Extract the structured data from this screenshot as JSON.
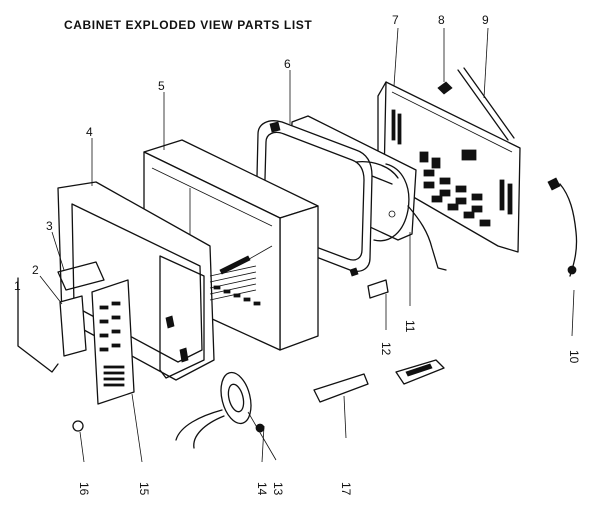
{
  "title": "CABINET EXPLODED VIEW PARTS LIST",
  "callouts": [
    "1",
    "2",
    "3",
    "4",
    "5",
    "6",
    "7",
    "8",
    "9",
    "10",
    "11",
    "12",
    "13",
    "14",
    "15",
    "16",
    "17"
  ]
}
